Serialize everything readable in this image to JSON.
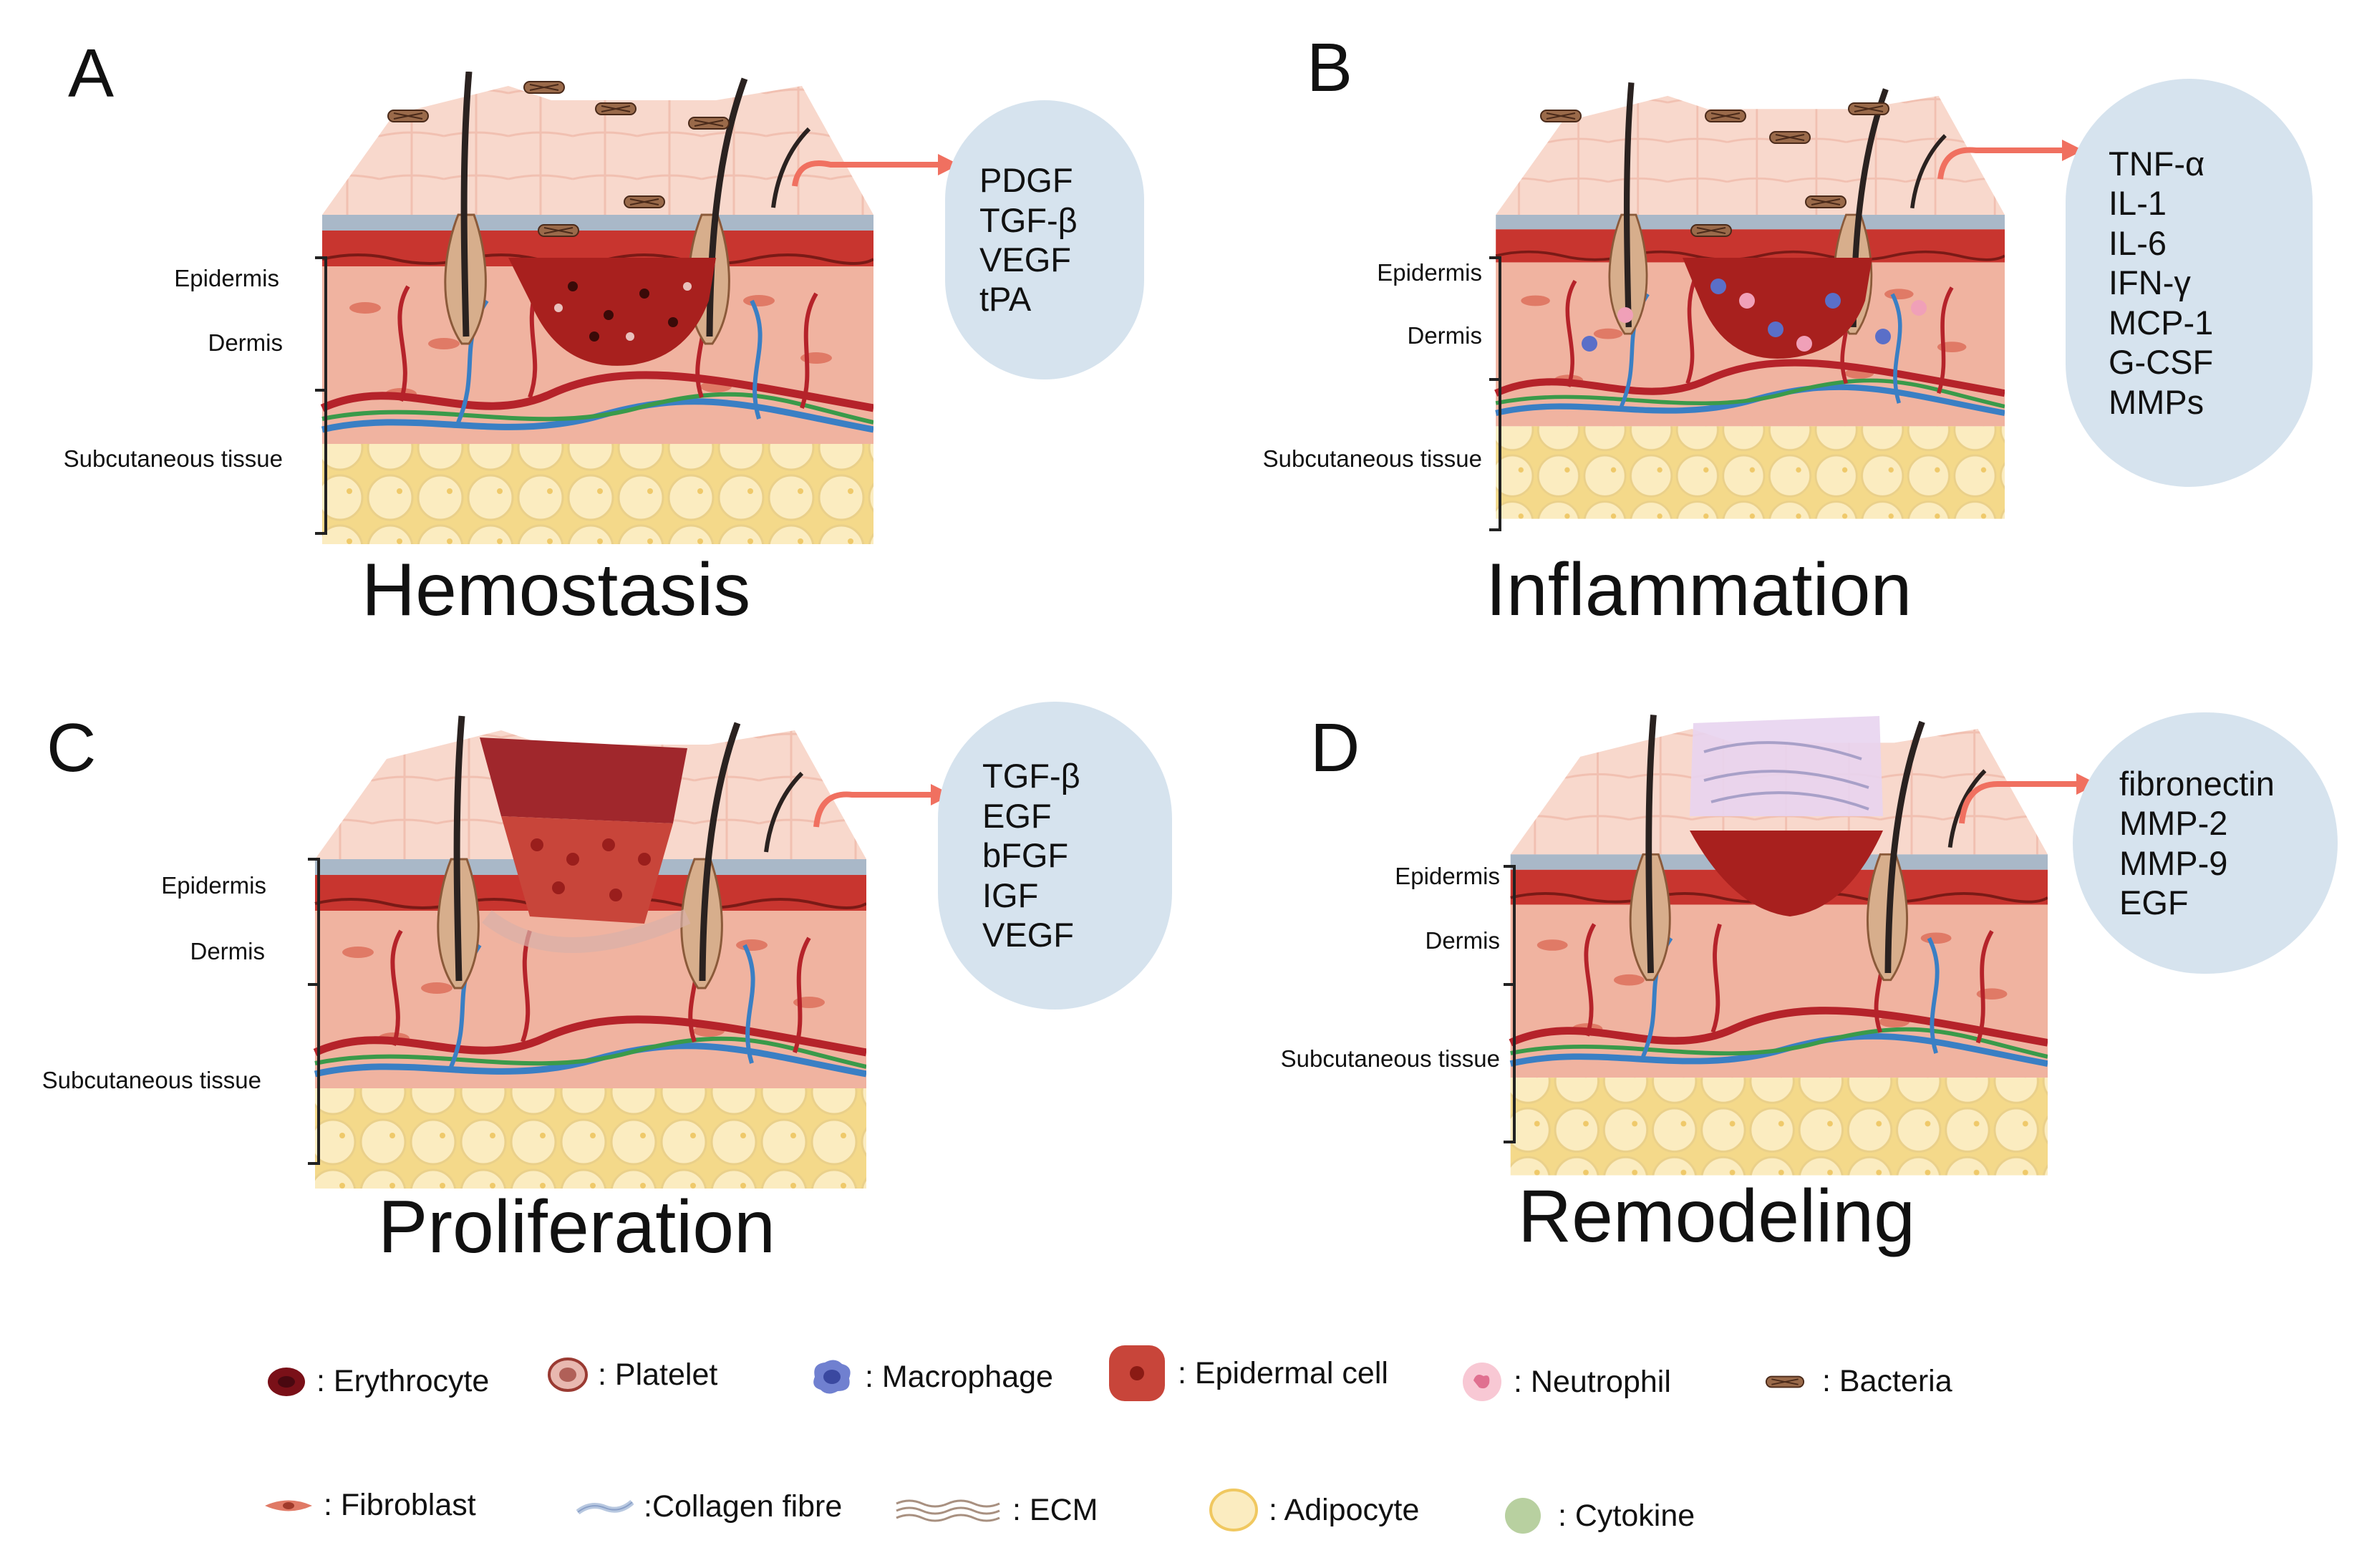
{
  "panels": [
    {
      "letter": "A",
      "title": "Hemostasis",
      "layers": [
        "Epidermis",
        "Dermis",
        "Subcutaneous tissue"
      ],
      "factors": [
        "PDGF",
        "TGF-β",
        "VEGF",
        "tPA"
      ]
    },
    {
      "letter": "B",
      "title": "Inflammation",
      "layers": [
        "Epidermis",
        "Dermis",
        "Subcutaneous tissue"
      ],
      "factors": [
        "TNF-α",
        "IL-1",
        "IL-6",
        "IFN-γ",
        "MCP-1",
        "G-CSF",
        "MMPs"
      ]
    },
    {
      "letter": "C",
      "title": "Proliferation",
      "layers": [
        "Epidermis",
        "Dermis",
        "Subcutaneous tissue"
      ],
      "factors": [
        "TGF-β",
        "EGF",
        "bFGF",
        "IGF",
        "VEGF"
      ]
    },
    {
      "letter": "D",
      "title": "Remodeling",
      "layers": [
        "Epidermis",
        "Dermis",
        "Subcutaneous tissue"
      ],
      "factors": [
        "fibronectin",
        "MMP-2",
        "MMP-9",
        "EGF"
      ]
    }
  ],
  "legend": [
    {
      "icon": "erythrocyte-icon",
      "label": ": Erythrocyte"
    },
    {
      "icon": "platelet-icon",
      "label": ": Platelet"
    },
    {
      "icon": "macrophage-icon",
      "label": ": Macrophage"
    },
    {
      "icon": "epidermal-cell-icon",
      "label": ": Epidermal cell"
    },
    {
      "icon": "neutrophil-icon",
      "label": ": Neutrophil"
    },
    {
      "icon": "bacteria-icon",
      "label": ": Bacteria"
    },
    {
      "icon": "fibroblast-icon",
      "label": ": Fibroblast"
    },
    {
      "icon": "collagen-fibre-icon",
      "label": ":Collagen fibre"
    },
    {
      "icon": "ecm-icon",
      "label": ": ECM"
    },
    {
      "icon": "adipocyte-icon",
      "label": ": Adipocyte"
    },
    {
      "icon": "cytokine-icon",
      "label": ": Cytokine"
    }
  ],
  "colors": {
    "factor_box": "#d6e3ee",
    "arrow": "#f07060",
    "epidermis": "#c8352f",
    "dermis": "#f0b3a0",
    "fat": "#f7e2a8",
    "blood": "#b5232a",
    "vein": "#3a7fc4",
    "nerve": "#3a9a4a"
  }
}
